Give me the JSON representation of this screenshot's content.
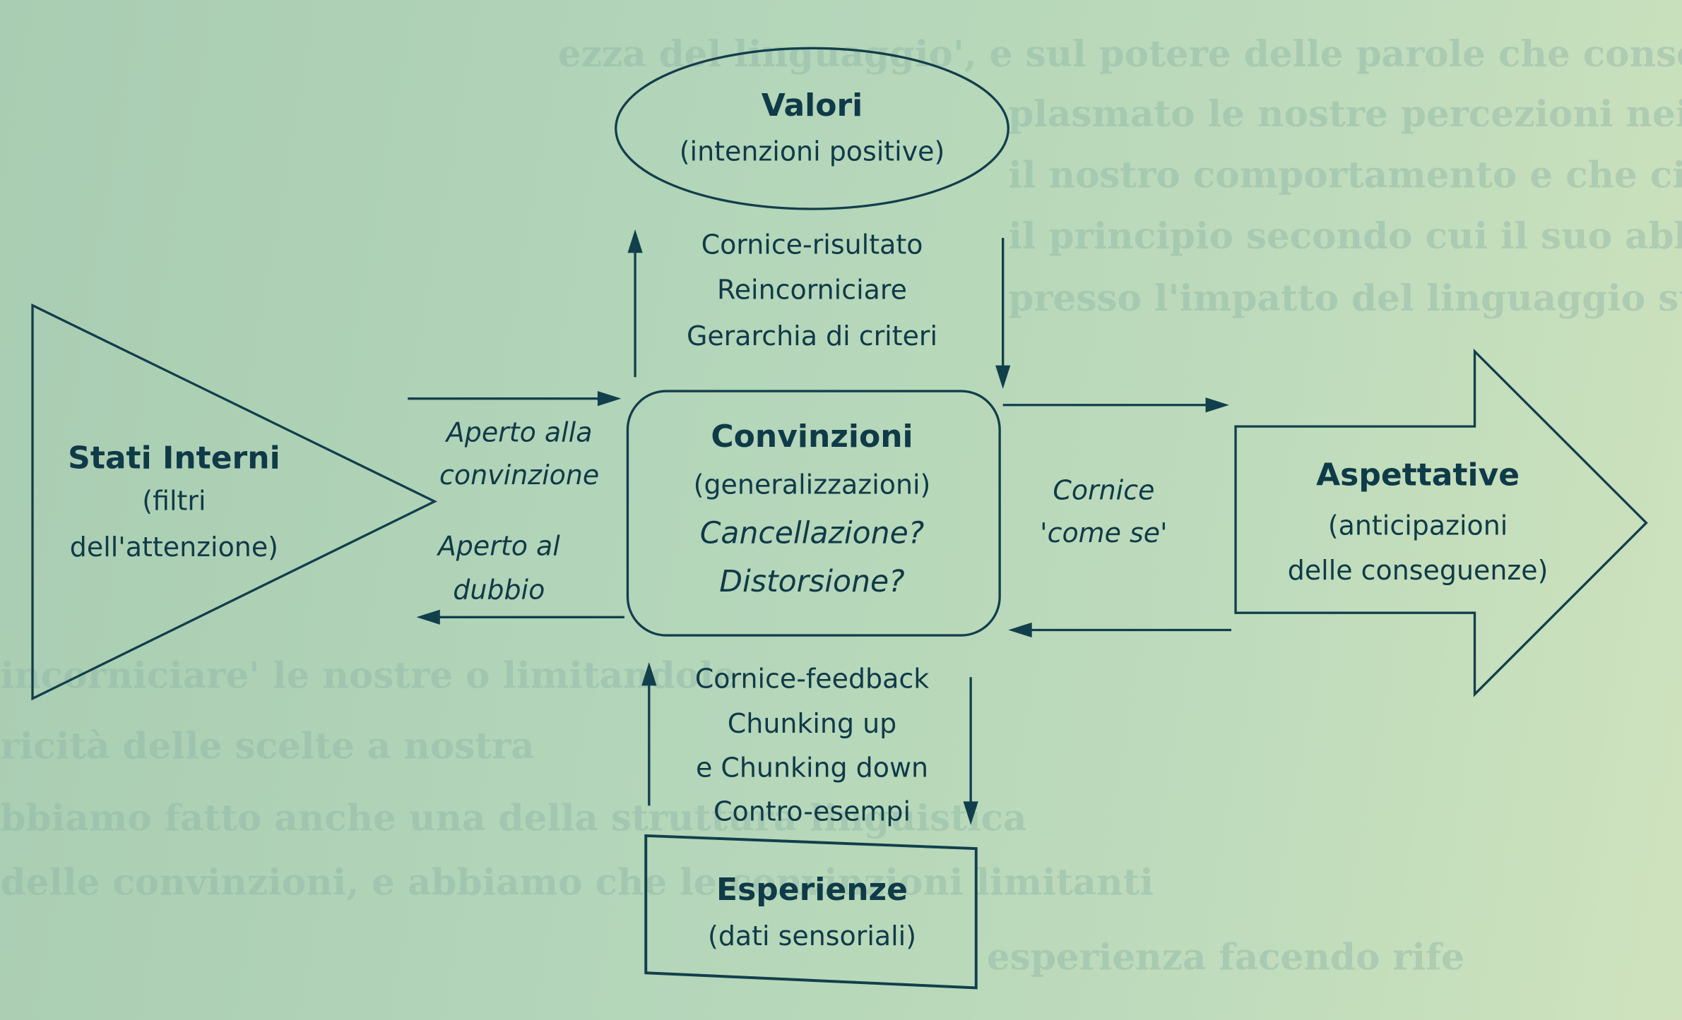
{
  "background_text": [
    "ezza del linguaggio', e sul potere delle parole che consentono",
    "plasmato le nostre percezioni nei confronti",
    "il nostro comportamento e che ci circonda. Pensiamo",
    "il principio secondo cui il suo abbiamo",
    "presso l'impatto del linguaggio sulla nostra esperienza e su",
    "incorniciare' le nostre o limitandole",
    "ricità delle scelte a nostra",
    "bbiamo fatto anche una della struttura linguistica",
    "delle convinzioni, e abbiamo che le convinzioni limitanti",
    "esperienza facendo rife"
  ],
  "nodes": {
    "valori": {
      "title": "Valori",
      "subtitle": "(intenzioni positive)"
    },
    "stati_interni": {
      "title": "Stati Interni",
      "lines": [
        "(filtri",
        "dell'attenzione)"
      ]
    },
    "convinzioni": {
      "title": "Convinzioni",
      "subtitle": "(generalizzazioni)",
      "questions": [
        "Cancellazione?",
        "Distorsione?"
      ]
    },
    "aspettative": {
      "title": "Aspettative",
      "lines": [
        "(anticipazioni",
        "delle conseguenze)"
      ]
    },
    "esperienze": {
      "title": "Esperienze",
      "subtitle": "(dati sensoriali)"
    }
  },
  "edge_labels": {
    "top": [
      "Cornice-risultato",
      "Reincorniciare",
      "Gerarchia di criteri"
    ],
    "left_top": [
      "Aperto alla",
      "convinzione"
    ],
    "left_bottom": [
      "Aperto al",
      "dubbio"
    ],
    "right": [
      "Cornice",
      "'come se'"
    ],
    "bottom": [
      "Cornice-feedback",
      "Chunking up",
      "e Chunking down",
      "Contro-esempi"
    ]
  },
  "colors": {
    "ink": "#123f4c",
    "paper": "#b3d5b9"
  }
}
